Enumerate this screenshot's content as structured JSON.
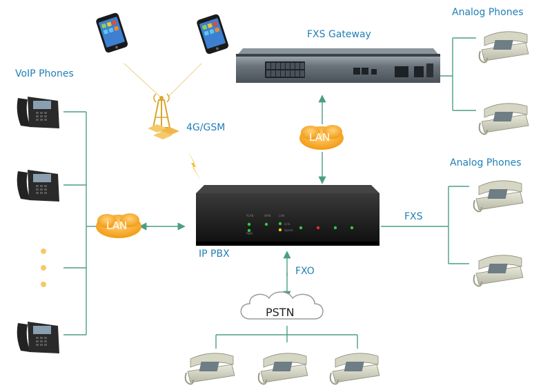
{
  "labels": {
    "voip_phones": "VoIP Phones",
    "fxs_gateway": "FXS Gateway",
    "analog_phones_top": "Analog Phones",
    "analog_phones_mid": "Analog Phones",
    "four_g_gsm": "4G/GSM",
    "lan_left": "LAN",
    "lan_top": "LAN",
    "ip_pbx": "IP PBX",
    "fxs": "FXS",
    "fxo": "FXO",
    "pstn": "PSTN"
  },
  "colors": {
    "label_blue": "#1f7fb5",
    "line_green": "#4a9e86",
    "lan_orange": "#f5a623",
    "device_black": "#1c1c1c",
    "gateway_gray": "#5d6770"
  }
}
